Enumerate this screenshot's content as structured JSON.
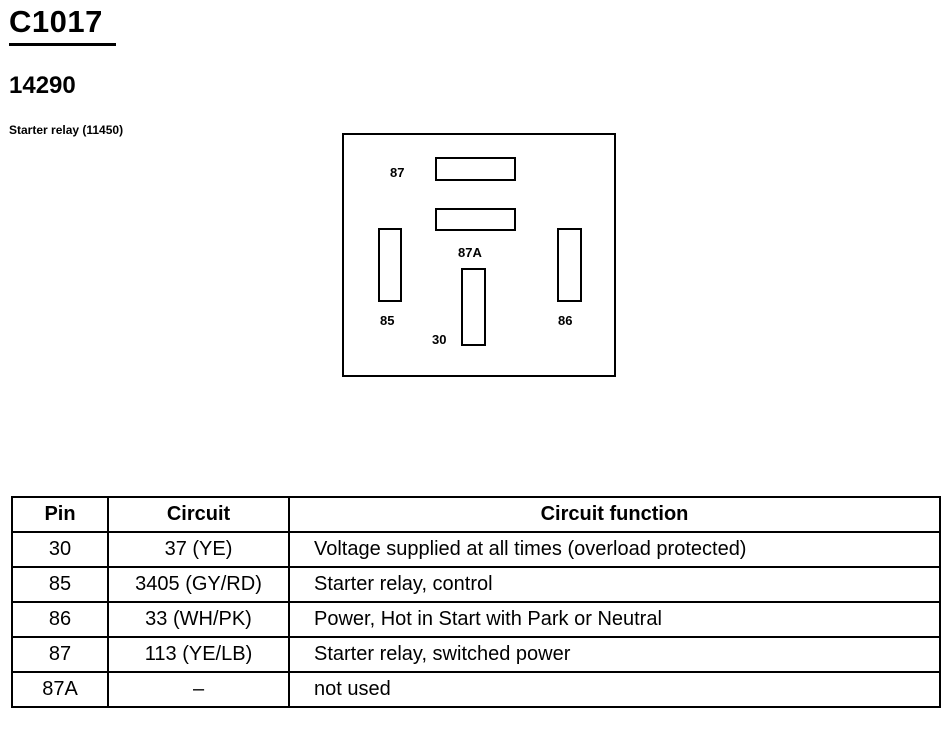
{
  "header": {
    "connector_id": "C1017",
    "part_number": "14290",
    "description": "Starter relay (11450)"
  },
  "diagram": {
    "terminals": [
      {
        "id": "87",
        "label": "87"
      },
      {
        "id": "87A",
        "label": "87A"
      },
      {
        "id": "85",
        "label": "85"
      },
      {
        "id": "30",
        "label": "30"
      },
      {
        "id": "86",
        "label": "86"
      }
    ]
  },
  "table": {
    "headers": [
      "Pin",
      "Circuit",
      "Circuit function"
    ],
    "rows": [
      {
        "pin": "30",
        "circuit": "37 (YE)",
        "function": "Voltage supplied at all times (overload protected)"
      },
      {
        "pin": "85",
        "circuit": "3405 (GY/RD)",
        "function": "Starter relay, control"
      },
      {
        "pin": "86",
        "circuit": "33 (WH/PK)",
        "function": "Power, Hot in Start with Park or Neutral"
      },
      {
        "pin": "87",
        "circuit": "113 (YE/LB)",
        "function": "Starter relay, switched power"
      },
      {
        "pin": "87A",
        "circuit": "–",
        "function": "not used"
      }
    ]
  }
}
